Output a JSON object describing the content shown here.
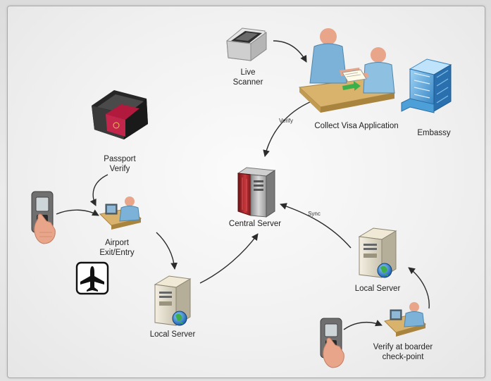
{
  "labels": {
    "live_scanner_line1": "Live",
    "live_scanner_line2": "Scanner",
    "collect_visa": "Collect Visa Application",
    "embassy": "Embassy",
    "passport_line1": "Passport",
    "passport_line2": "Verify",
    "central_server": "Central Server",
    "airport_line1": "Airport",
    "airport_line2": "Exit/Entry",
    "local_server_left": "Local Server",
    "local_server_right": "Local Server",
    "border_line1": "Verify at boarder",
    "border_line2": "check-point"
  },
  "edge_labels": {
    "verify": "Verify",
    "sync": "Sync"
  },
  "icons": [
    "live-scanner-icon",
    "visa-desk-icon",
    "embassy-building-icon",
    "passport-reader-icon",
    "central-server-icon",
    "fingerprint-scanner-icon",
    "airport-officer-icon",
    "airplane-icon",
    "local-server-icon",
    "border-officer-icon"
  ],
  "colors": {
    "server_red": "#a8262a",
    "passport_red": "#b11a3c",
    "skin": "#e8a58a",
    "officer_blue": "#7cb2d8",
    "desk_tan": "#d9b26b",
    "embassy_blue": "#5aa8e0",
    "arrow": "#2b2b2b"
  }
}
